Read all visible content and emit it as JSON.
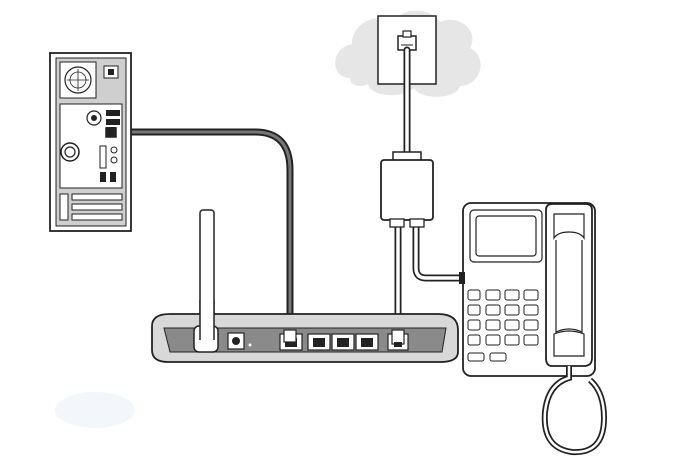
{
  "diagram": {
    "type": "network-connection-illustration",
    "components": [
      {
        "id": "desktop-computer",
        "icon": "pc-tower-icon"
      },
      {
        "id": "wall-phone-jack",
        "icon": "rj11-wall-jack-icon"
      },
      {
        "id": "dsl-splitter",
        "icon": "line-splitter-icon"
      },
      {
        "id": "wireless-router",
        "icon": "router-icon",
        "lan_ports": 4,
        "phone_ports": 1
      },
      {
        "id": "desk-telephone",
        "icon": "telephone-icon",
        "keypad_keys": 12
      }
    ],
    "connections": [
      {
        "from": "desktop-computer",
        "to": "wireless-router",
        "cable": "ethernet"
      },
      {
        "from": "wall-phone-jack",
        "to": "dsl-splitter",
        "cable": "phone-line"
      },
      {
        "from": "dsl-splitter",
        "to": "wireless-router",
        "cable": "phone-line"
      },
      {
        "from": "dsl-splitter",
        "to": "desk-telephone",
        "cable": "phone-line"
      }
    ],
    "colors": {
      "line": "#222222",
      "cloud": "#e6e6e6",
      "router_body": "#d8d8d8",
      "router_panel": "#8a8a8a",
      "pc_panel": "#cfcfcf",
      "white": "#ffffff"
    }
  }
}
